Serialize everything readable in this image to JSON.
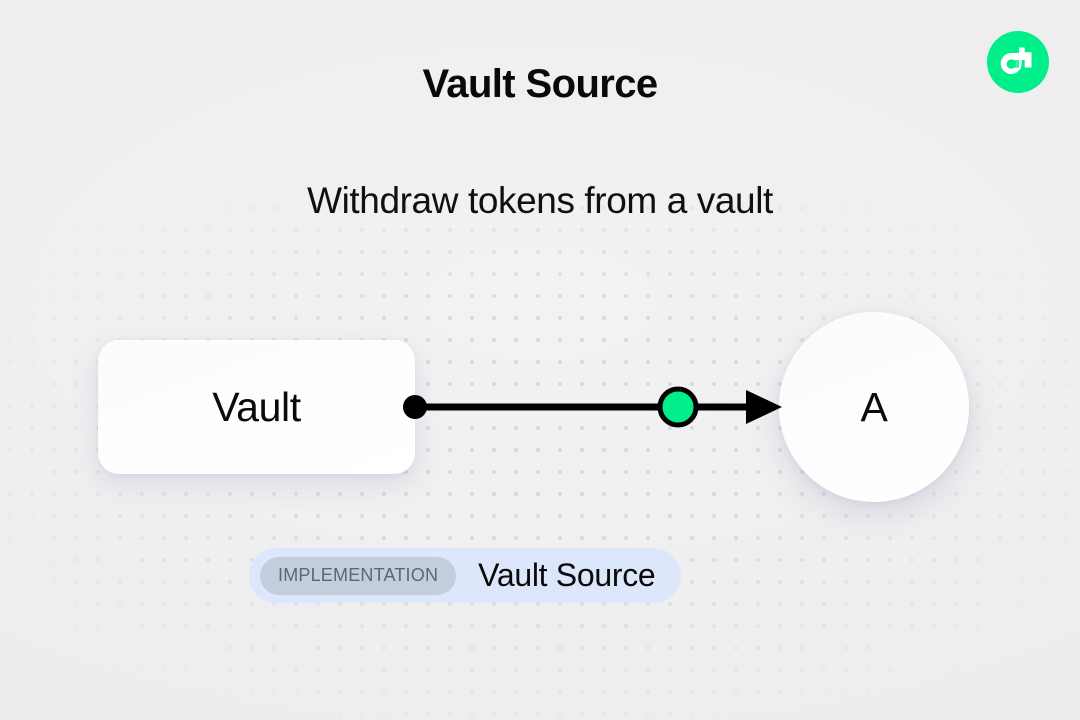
{
  "header": {
    "title": "Vault Source",
    "subtitle": "Withdraw tokens from a vault"
  },
  "logo": {
    "name": "flow-logo-icon",
    "brand_green": "#00ef8b",
    "accent_green": "#2ef79e",
    "mark_color": "#ffffff"
  },
  "diagram": {
    "type": "flow-node-graph",
    "source_node": {
      "label": "Vault",
      "shape": "rounded-rectangle"
    },
    "target_node": {
      "label": "A",
      "shape": "circle"
    },
    "edge": {
      "start_handle_color": "#000000",
      "midpoint_handle_color": "#00ef8b",
      "line_color": "#000000",
      "arrowhead": "triangle",
      "direction": "left-to-right"
    }
  },
  "badge": {
    "kind_label": "IMPLEMENTATION",
    "name": "Vault Source",
    "container_color": "#dde7fb",
    "pill_color": "#c4cddc",
    "pill_text_color": "#5d6675"
  },
  "canvas": {
    "background_color": "#efefef",
    "dot_color": "#d8d8da"
  }
}
